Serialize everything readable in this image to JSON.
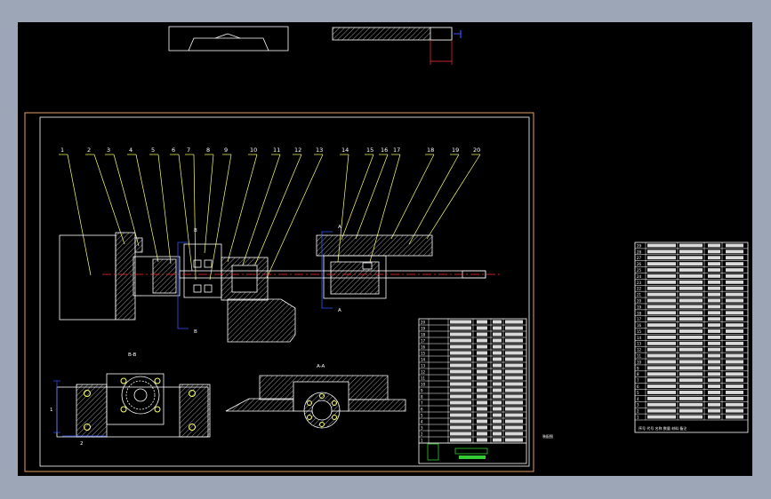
{
  "drawing": {
    "balloons": [
      "1",
      "2",
      "3",
      "4",
      "5",
      "6",
      "7",
      "8",
      "9",
      "10",
      "11",
      "12",
      "13",
      "14",
      "15",
      "16",
      "17",
      "18",
      "19",
      "20"
    ],
    "section_bb": "B-B",
    "section_aa": "A-A",
    "cut_a": "A",
    "cut_b": "B",
    "dim_a": "1",
    "dim_b": "2",
    "small_note": "装配图"
  },
  "bom_main": {
    "rows": [
      "20",
      "19",
      "18",
      "17",
      "16",
      "15",
      "14",
      "13",
      "12",
      "11",
      "10",
      "9",
      "8",
      "7",
      "6",
      "5",
      "4",
      "3",
      "2",
      "1"
    ]
  },
  "bom_side": {
    "rows": [
      "29",
      "28",
      "27",
      "26",
      "25",
      "24",
      "23",
      "22",
      "21",
      "20",
      "19",
      "18",
      "17",
      "16",
      "15",
      "14",
      "13",
      "12",
      "11",
      "10",
      "9",
      "8",
      "7",
      "6",
      "5",
      "4",
      "3",
      "2",
      "1"
    ],
    "footer": "序号  代号  名称  数量  材料  备注"
  },
  "colors": {
    "background": "#000000",
    "frame": "#e0a060",
    "geometry": "#ffffff",
    "leader": "#ffff66",
    "centerline": "#ff3030",
    "section": "#3355ff",
    "title_green": "#33cc33"
  }
}
